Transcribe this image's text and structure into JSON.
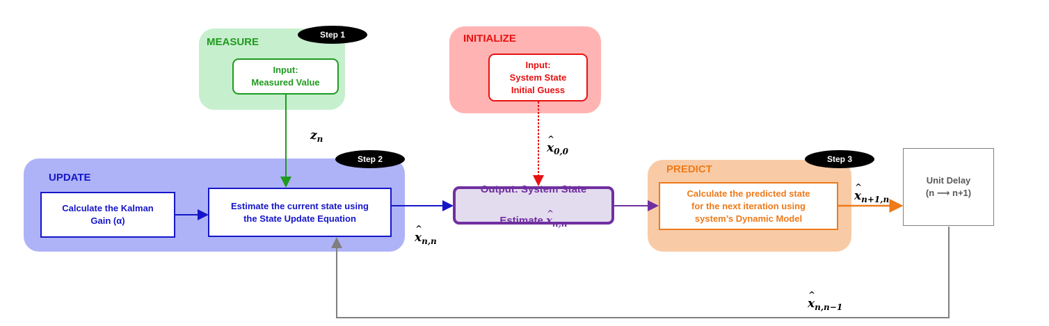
{
  "groups": {
    "measure": {
      "title": "MEASURE",
      "step": "Step 1",
      "box": "Input:\nMeasured Value"
    },
    "initialize": {
      "title": "INITIALIZE",
      "box": "Input:\nSystem State\nInitial Guess"
    },
    "update": {
      "title": "UPDATE",
      "step": "Step 2",
      "kalman_box": "Calculate the Kalman\nGain (α)",
      "estimate_box": "Estimate the current state using\nthe State Update Equation"
    },
    "predict": {
      "title": "PREDICT",
      "step": "Step 3",
      "box": "Calculate the predicted state\nfor the next iteration using\nsystem’s Dynamic Model"
    }
  },
  "output": {
    "line1": "Output: System State",
    "line2": "Estimate ",
    "var": "x",
    "sub": "n,n"
  },
  "unit_delay": {
    "line1": "Unit Delay",
    "line2": "(n ⟶ n+1)"
  },
  "labels": {
    "z_n": {
      "var": "z",
      "sub": "n"
    },
    "x_00": {
      "var": "x",
      "sub": "0,0"
    },
    "x_nn": {
      "var": "x",
      "sub": "n,n"
    },
    "x_n1n": {
      "var": "x",
      "sub": "n+1,n"
    },
    "x_nn1": {
      "var": "x",
      "sub": "n,n−1"
    }
  },
  "colors": {
    "measure_bg": "#c6efce",
    "measure_fg": "#1f9a1f",
    "init_bg": "#ffb3b3",
    "init_fg": "#e81010",
    "update_bg": "#aeb3f7",
    "update_fg": "#1515c8",
    "predict_bg": "#f8cba6",
    "predict_fg": "#ee7a1a",
    "output_fg": "#7030a0",
    "output_bg": "#e3dcee",
    "delay_fg": "#7f7f7f"
  }
}
